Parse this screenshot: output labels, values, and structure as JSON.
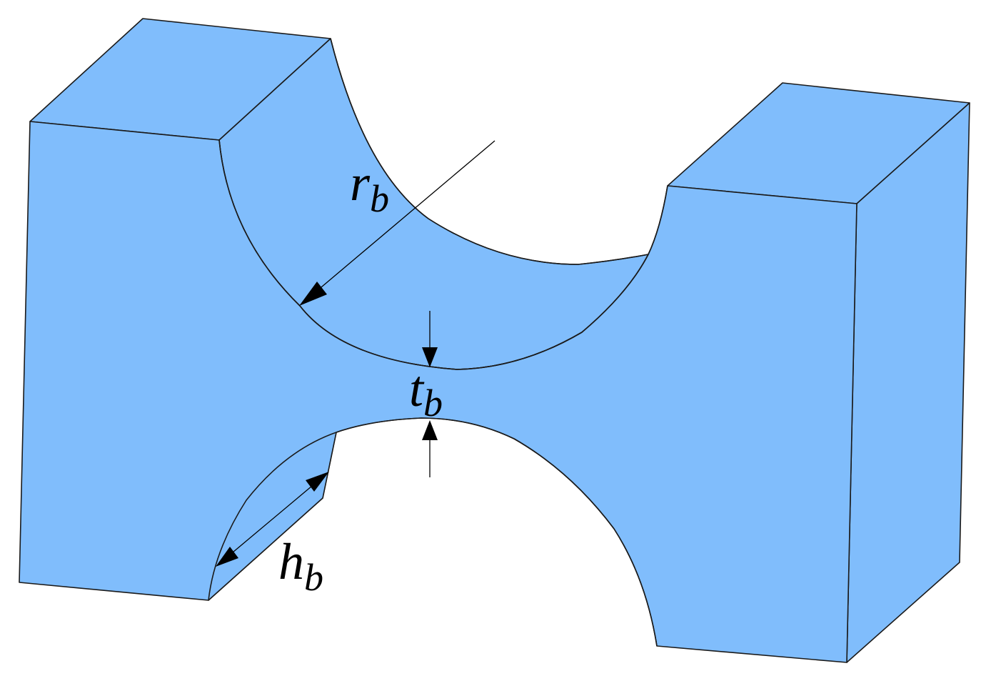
{
  "colors": {
    "face": "#80bdfc",
    "edge": "#1a1a1a",
    "background": "#ffffff"
  },
  "labels": {
    "radius": {
      "symbol": "r",
      "subscript": "b"
    },
    "thickness": {
      "symbol": "t",
      "subscript": "b"
    },
    "height": {
      "symbol": "h",
      "subscript": "b"
    }
  }
}
